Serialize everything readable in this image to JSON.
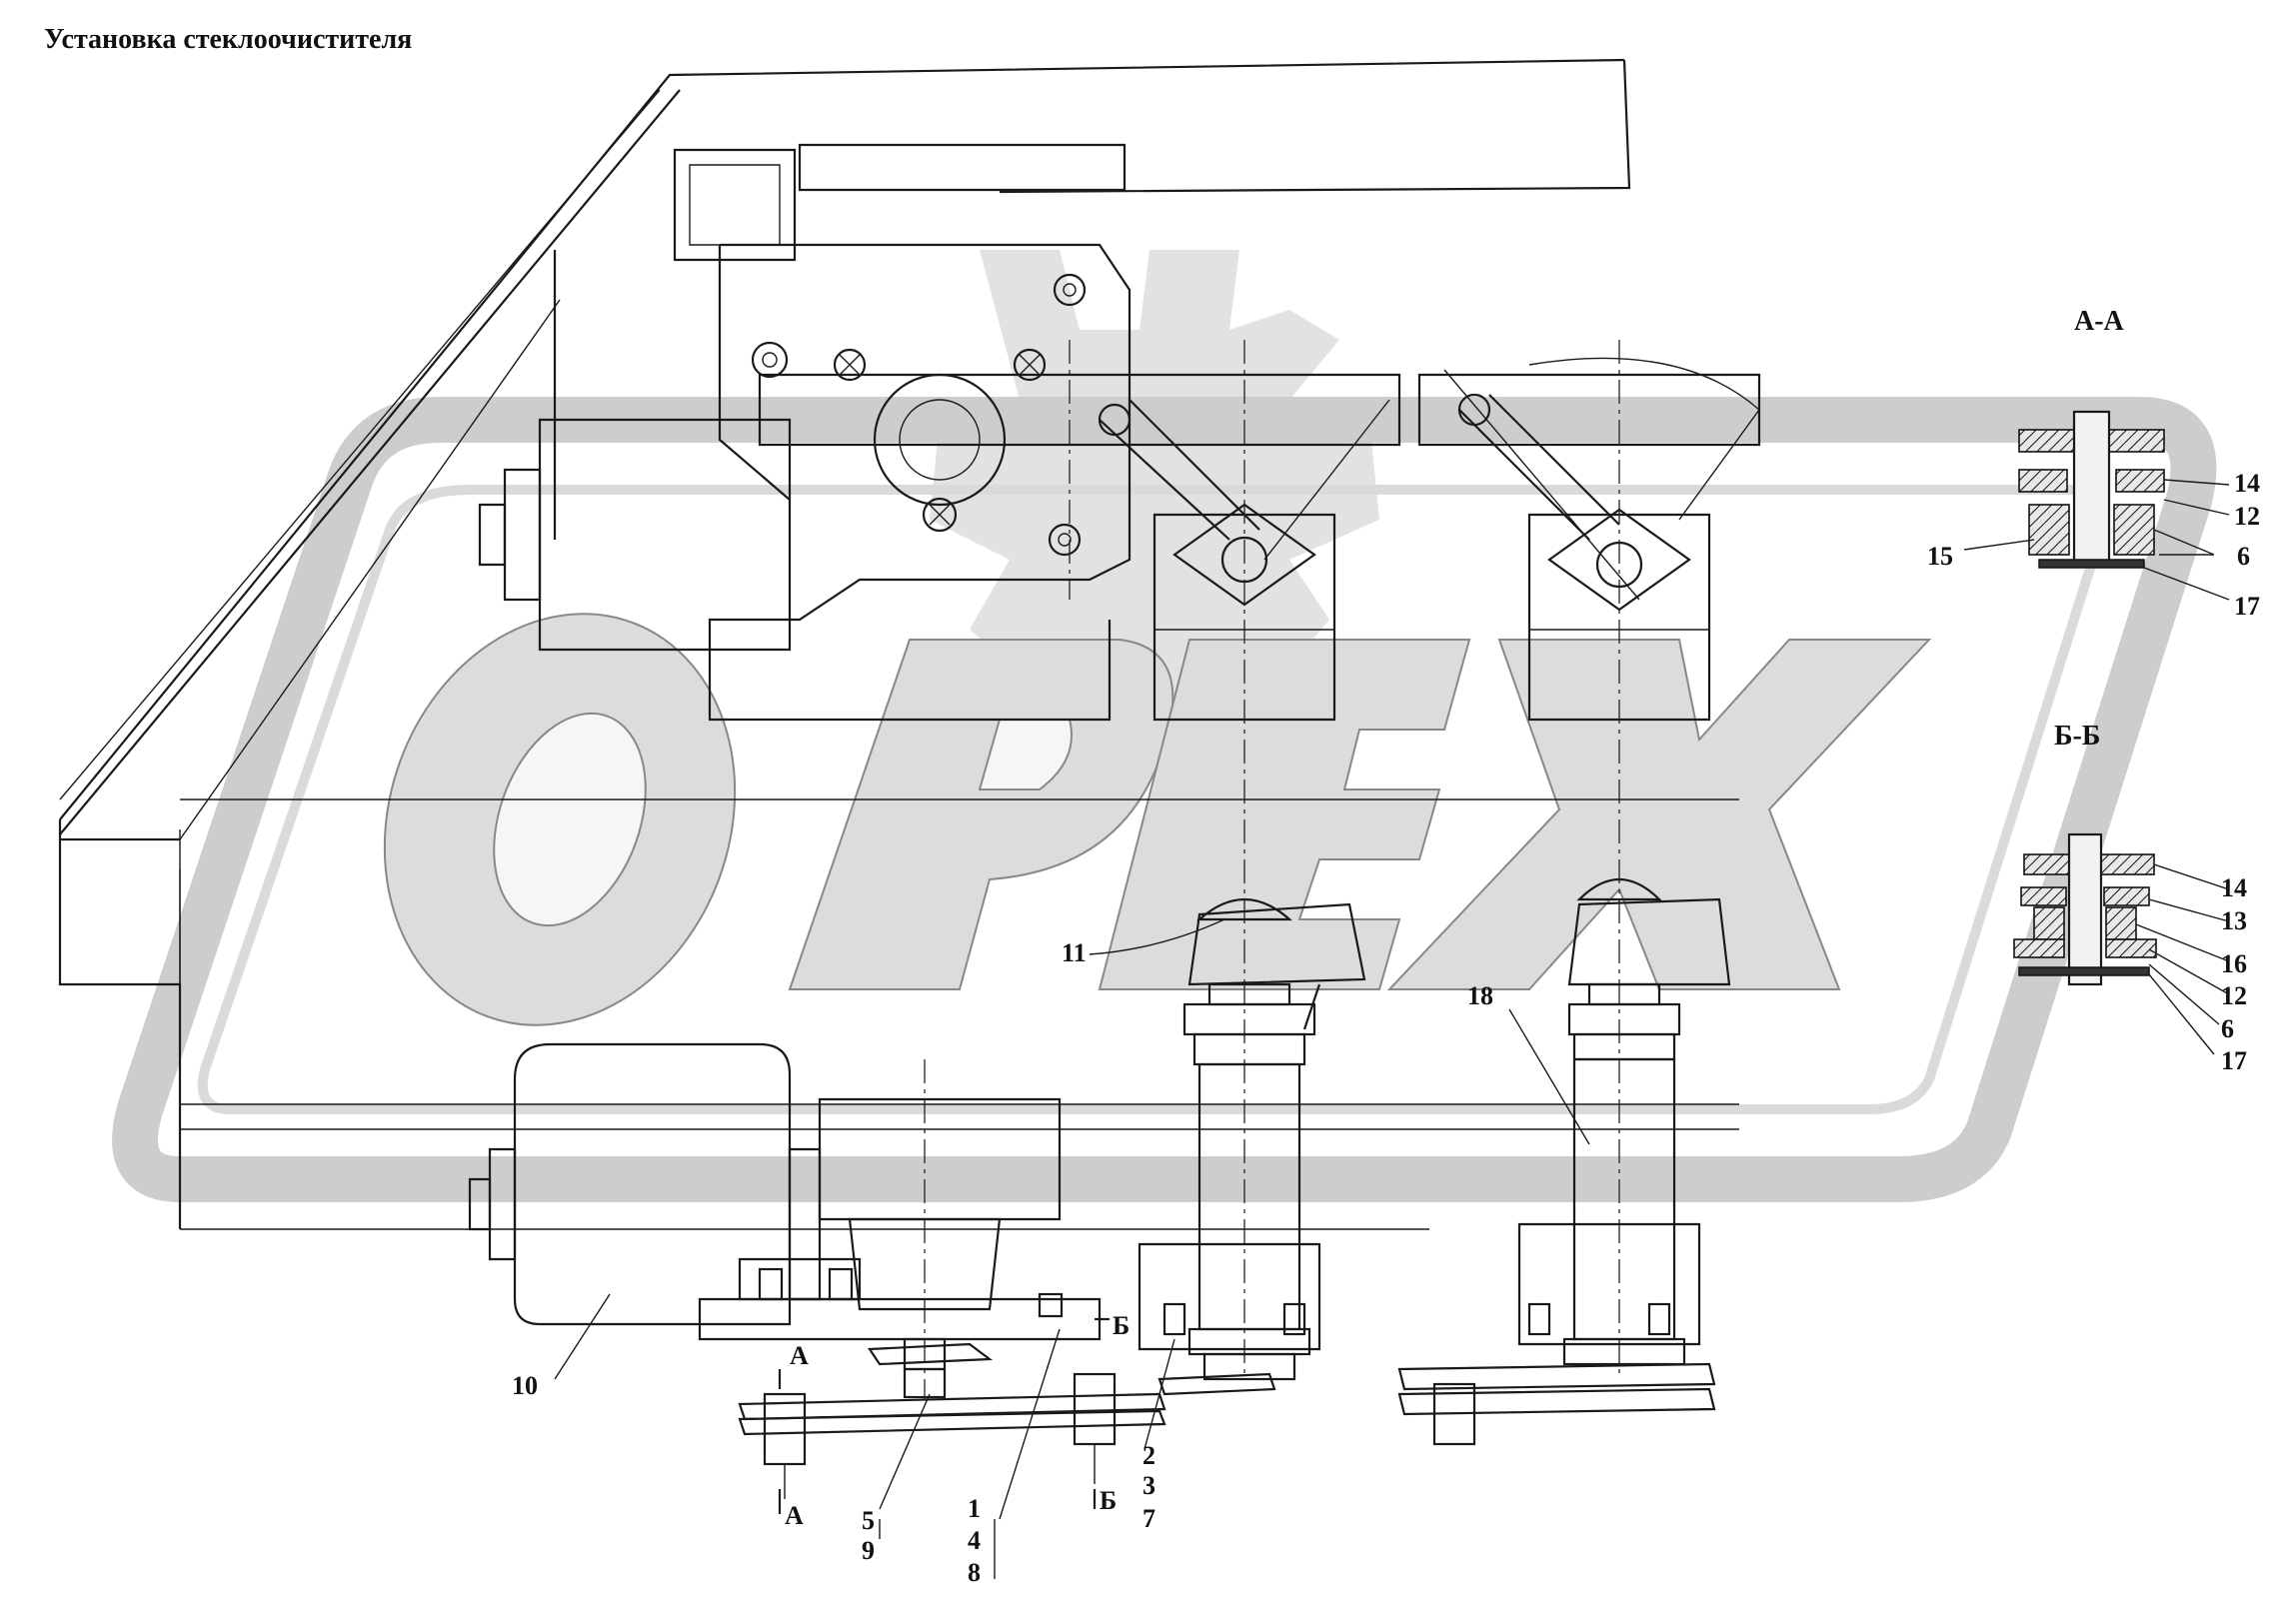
{
  "title": "Установка стеклоочистителя",
  "sections": {
    "aa": "А-А",
    "bb": "Б-Б"
  },
  "cut_marks": {
    "a_top": "А",
    "a_bottom": "А",
    "b_top": "Б",
    "b_bottom": "Б"
  },
  "callouts": {
    "n1": "1",
    "n2": "2",
    "n3": "3",
    "n4": "4",
    "n5": "5",
    "n6": "6",
    "n7": "7",
    "n8": "8",
    "n9": "9",
    "n10": "10",
    "n11": "11",
    "n12": "12",
    "n13": "13",
    "n14": "14",
    "n15": "15",
    "n16": "16",
    "n17": "17",
    "n18": "18"
  },
  "section_aa_labels": [
    "14",
    "12",
    "6",
    "15",
    "17"
  ],
  "section_bb_labels": [
    "14",
    "13",
    "16",
    "12",
    "6",
    "17"
  ],
  "watermark": {
    "text": "ОРЕХ",
    "color": "#d4d4d4",
    "ring_color": "#c4c4c4"
  }
}
